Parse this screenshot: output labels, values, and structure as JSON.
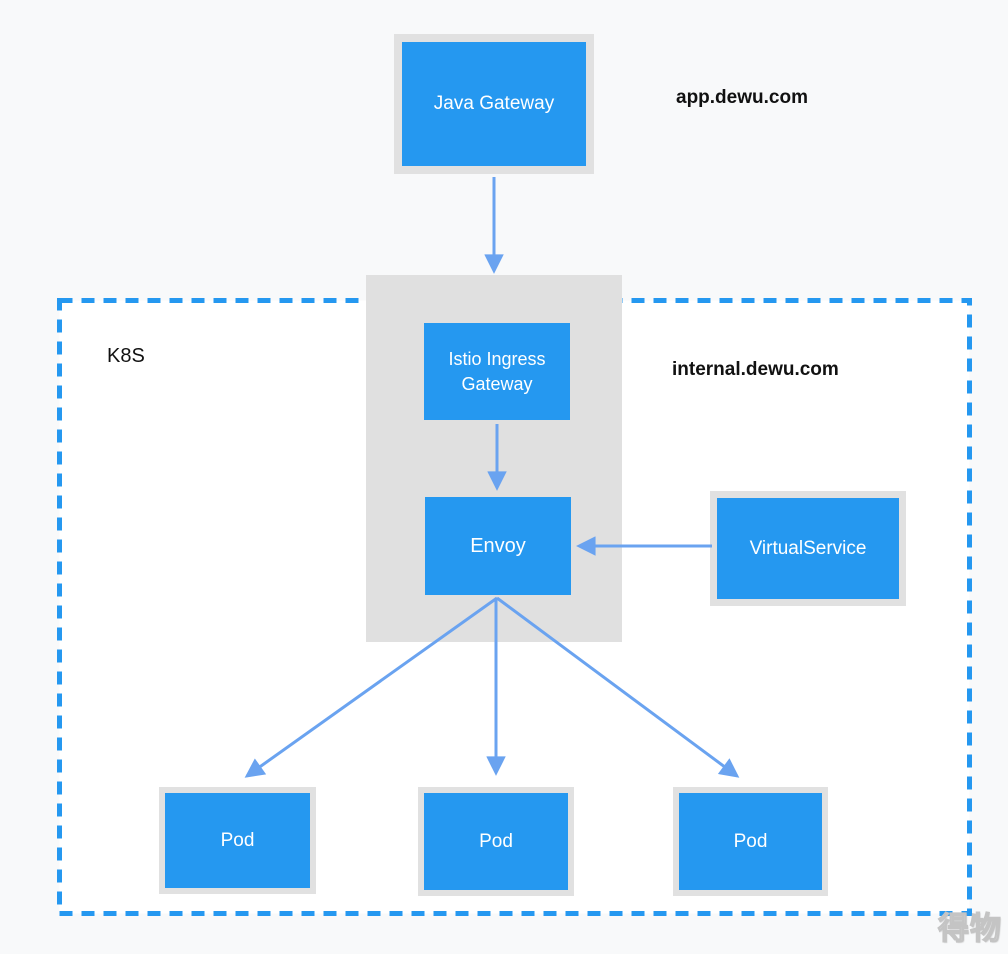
{
  "diagram": {
    "nodes": {
      "java_gateway": "Java Gateway",
      "istio_ingress_gateway": "Istio Ingress Gateway",
      "envoy": "Envoy",
      "virtual_service": "VirtualService",
      "pod_1": "Pod",
      "pod_2": "Pod",
      "pod_3": "Pod"
    },
    "labels": {
      "app_domain": "app.dewu.com",
      "k8s_cluster": "K8S",
      "internal_domain": "internal.dewu.com",
      "watermark": "得物"
    },
    "edges": [
      {
        "from": "java_gateway",
        "to": "istio_ingress_gateway"
      },
      {
        "from": "istio_ingress_gateway",
        "to": "envoy"
      },
      {
        "from": "virtual_service",
        "to": "envoy"
      },
      {
        "from": "envoy",
        "to": "pod_1"
      },
      {
        "from": "envoy",
        "to": "pod_2"
      },
      {
        "from": "envoy",
        "to": "pod_3"
      }
    ]
  },
  "colors": {
    "node_blue": "#2598f0",
    "arrow_blue": "#6aa3f0",
    "boundary_blue": "#2598f0",
    "frame_gray": "#e1e1e1",
    "panel_gray": "#e0e0e0",
    "background": "#f8f9fa",
    "boundary_fill": "#ffffff",
    "node_text": "#ffffff",
    "label_text": "#111111",
    "watermark_gray": "#c4c4c4"
  }
}
